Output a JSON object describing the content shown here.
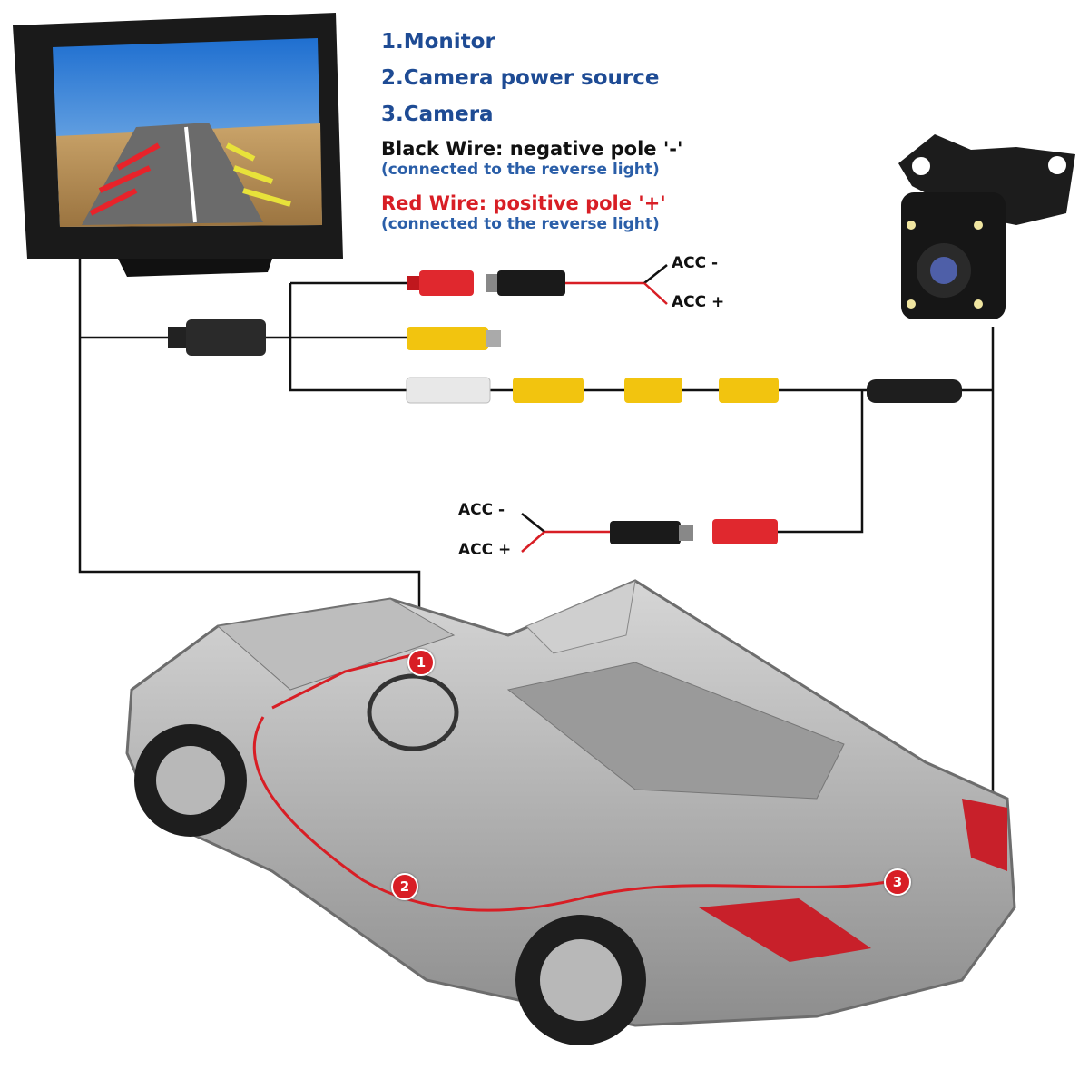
{
  "legend": {
    "items": [
      "1.Monitor",
      "2.Camera power source",
      "3.Camera"
    ],
    "black_wire": {
      "label": "Black Wire: negative pole '-'",
      "note": "(connected to the reverse light)"
    },
    "red_wire": {
      "label": "Red Wire: positive pole '+'",
      "note": "(connected to the reverse light)"
    }
  },
  "monitor_power": {
    "acc_minus": "ACC -",
    "acc_plus": "ACC +"
  },
  "camera_power": {
    "acc_minus": "ACC -",
    "acc_plus": "ACC +"
  },
  "markers": [
    "1",
    "2",
    "3"
  ],
  "colors": {
    "legend_blue": "#1e4b94",
    "black_wire": "#111111",
    "red_wire": "#d81e25",
    "rca_yellow": "#f2c40f",
    "rca_white": "#e8e8e8",
    "rca_red": "#e0282e"
  }
}
